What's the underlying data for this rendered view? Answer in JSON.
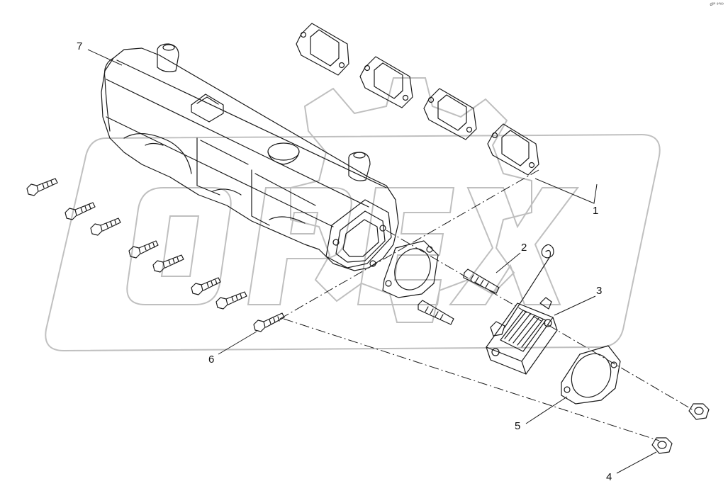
{
  "corner_code": "d²⁰ ⁸⁰⁸⁹",
  "callouts": {
    "part_1": "1",
    "part_2": "2",
    "part_3": "3",
    "part_4": "4",
    "part_5": "5",
    "part_6": "6",
    "part_7": "7"
  },
  "watermark": {
    "text": "OPEX",
    "color": "#b9b9b9"
  },
  "line_color": "#1a1a1a"
}
